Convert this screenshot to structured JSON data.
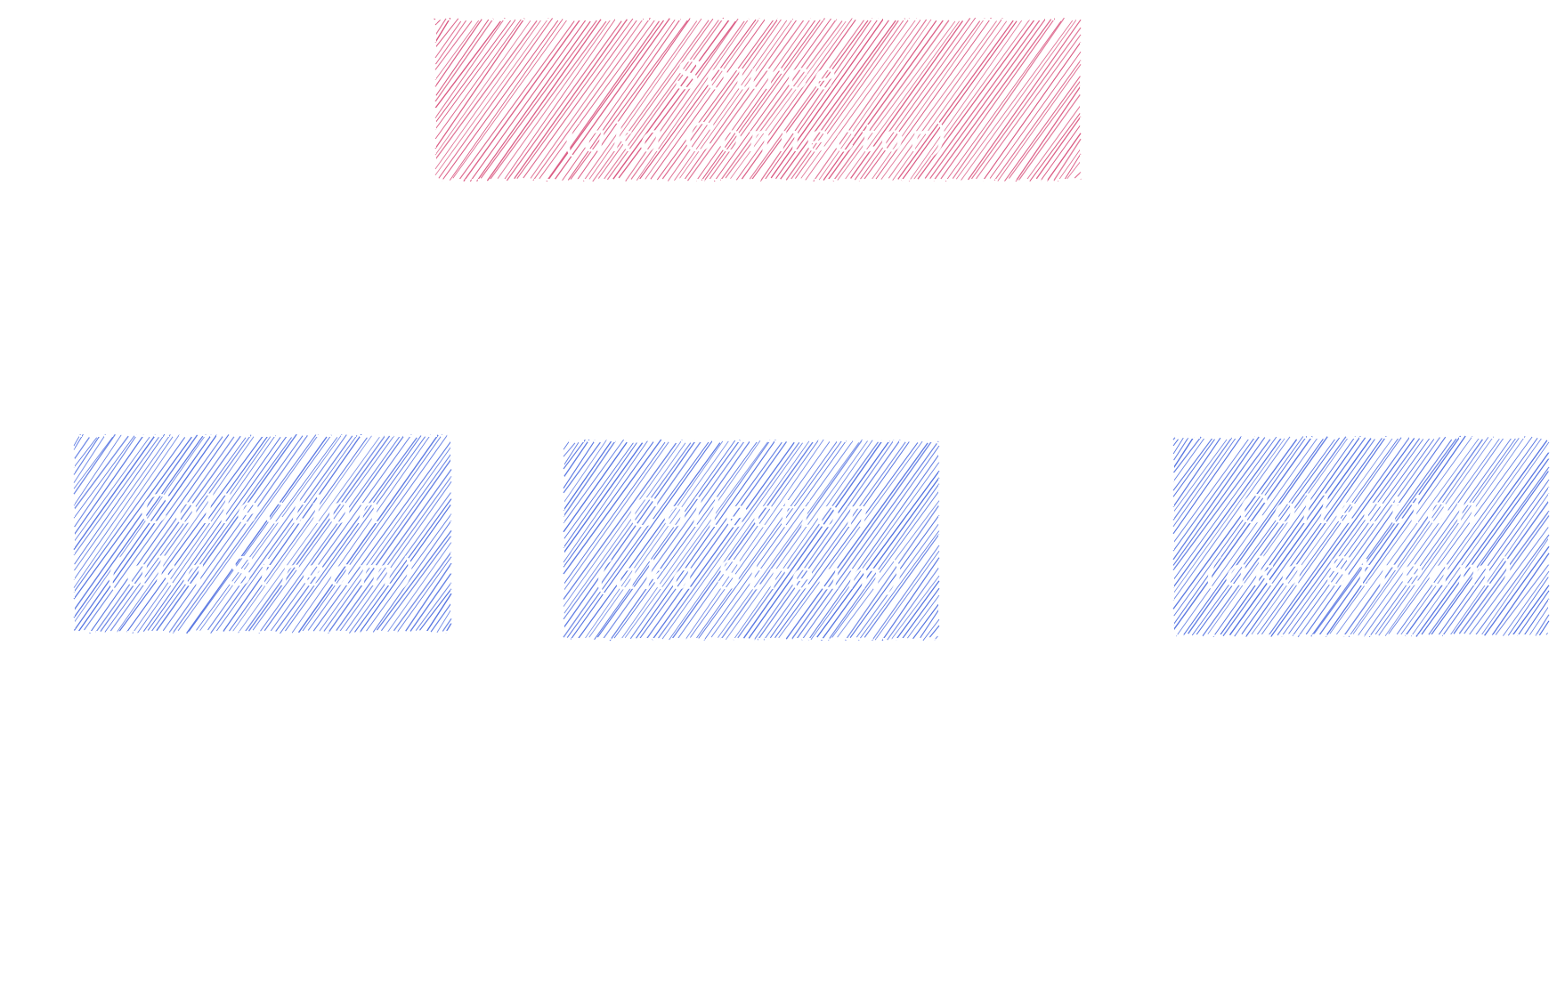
{
  "colors": {
    "source": "#d9547e",
    "collection": "#4f6fe0",
    "label": "#ffffff",
    "background": "#ffffff"
  },
  "nodes": {
    "source": {
      "line1": "Source",
      "line2": "(aka Connector)"
    },
    "collection_1": {
      "line1": "Collection",
      "line2": "(aka Stream)"
    },
    "collection_2": {
      "line1": "Collection",
      "line2": "(aka Stream)"
    },
    "collection_3": {
      "line1": "Collection",
      "line2": "(aka Stream)"
    }
  }
}
